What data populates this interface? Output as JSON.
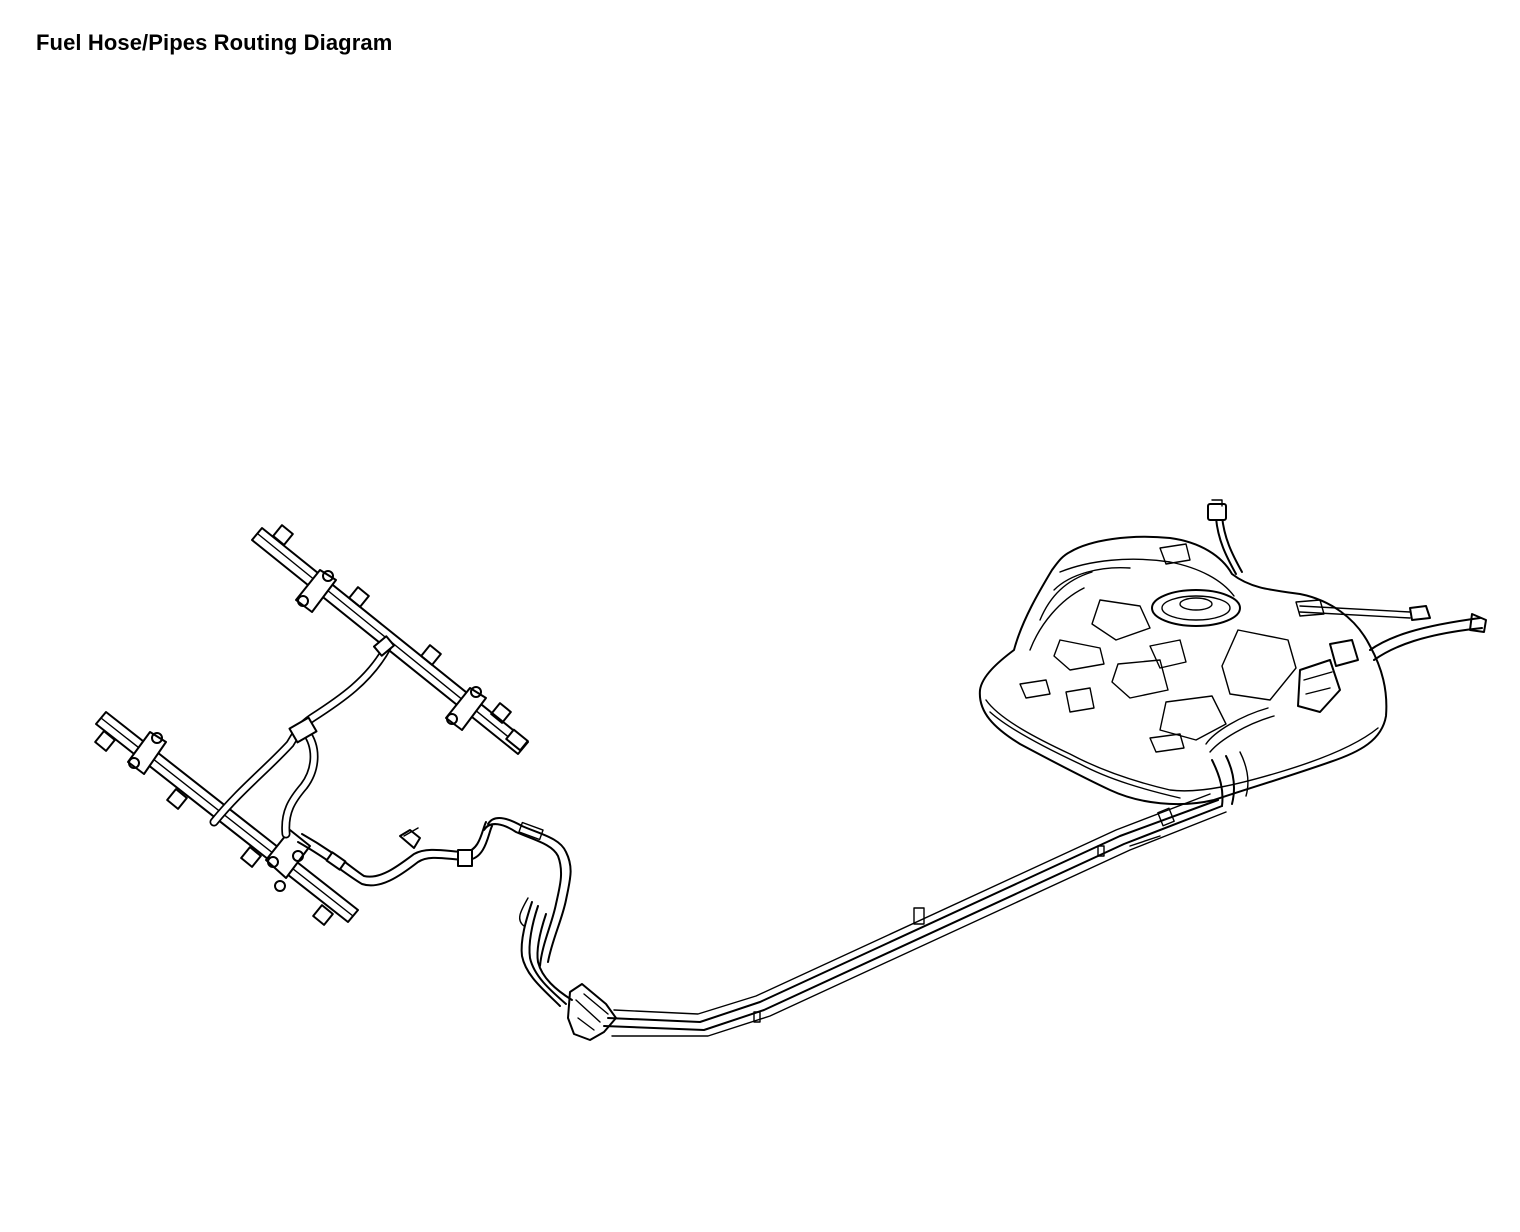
{
  "header": {
    "title": "Fuel Hose/Pipes Routing Diagram"
  },
  "diagram": {
    "components": [
      {
        "id": "fuel-rail-upper",
        "icon": "fuel-rail-icon"
      },
      {
        "id": "fuel-rail-lower",
        "icon": "fuel-rail-icon"
      },
      {
        "id": "crossover-pipe",
        "icon": "pipe-icon"
      },
      {
        "id": "fuel-feed-hose",
        "icon": "hose-icon"
      },
      {
        "id": "fuel-pipe-bundle",
        "icon": "pipe-icon"
      },
      {
        "id": "fuel-tank",
        "icon": "fuel-tank-icon"
      },
      {
        "id": "filler-neck",
        "icon": "pipe-icon"
      }
    ],
    "colors": {
      "line": "#000000",
      "background": "#ffffff"
    }
  }
}
